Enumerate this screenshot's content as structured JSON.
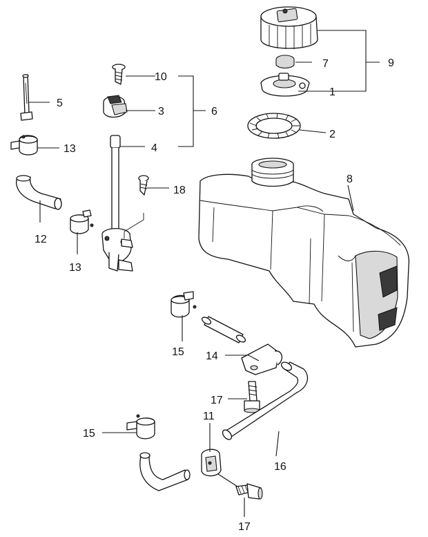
{
  "callouts": {
    "n1": "1",
    "n2": "2",
    "n3": "3",
    "n4": "4",
    "n5": "5",
    "n6": "6",
    "n7": "7",
    "n8": "8",
    "n9": "9",
    "n10": "10",
    "n11": "11",
    "n12": "12",
    "n13a": "13",
    "n13b": "13",
    "n14": "14",
    "n15a": "15",
    "n15b": "15",
    "n16": "16",
    "n17a": "17",
    "n17b": "17",
    "n18": "18"
  }
}
